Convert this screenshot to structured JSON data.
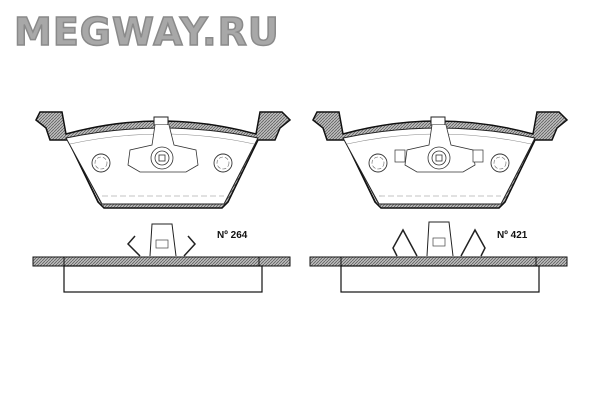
{
  "watermark": "MEGWAY.RU",
  "pads": [
    {
      "part_label": "Nº 264"
    },
    {
      "part_label": "Nº 421"
    }
  ]
}
